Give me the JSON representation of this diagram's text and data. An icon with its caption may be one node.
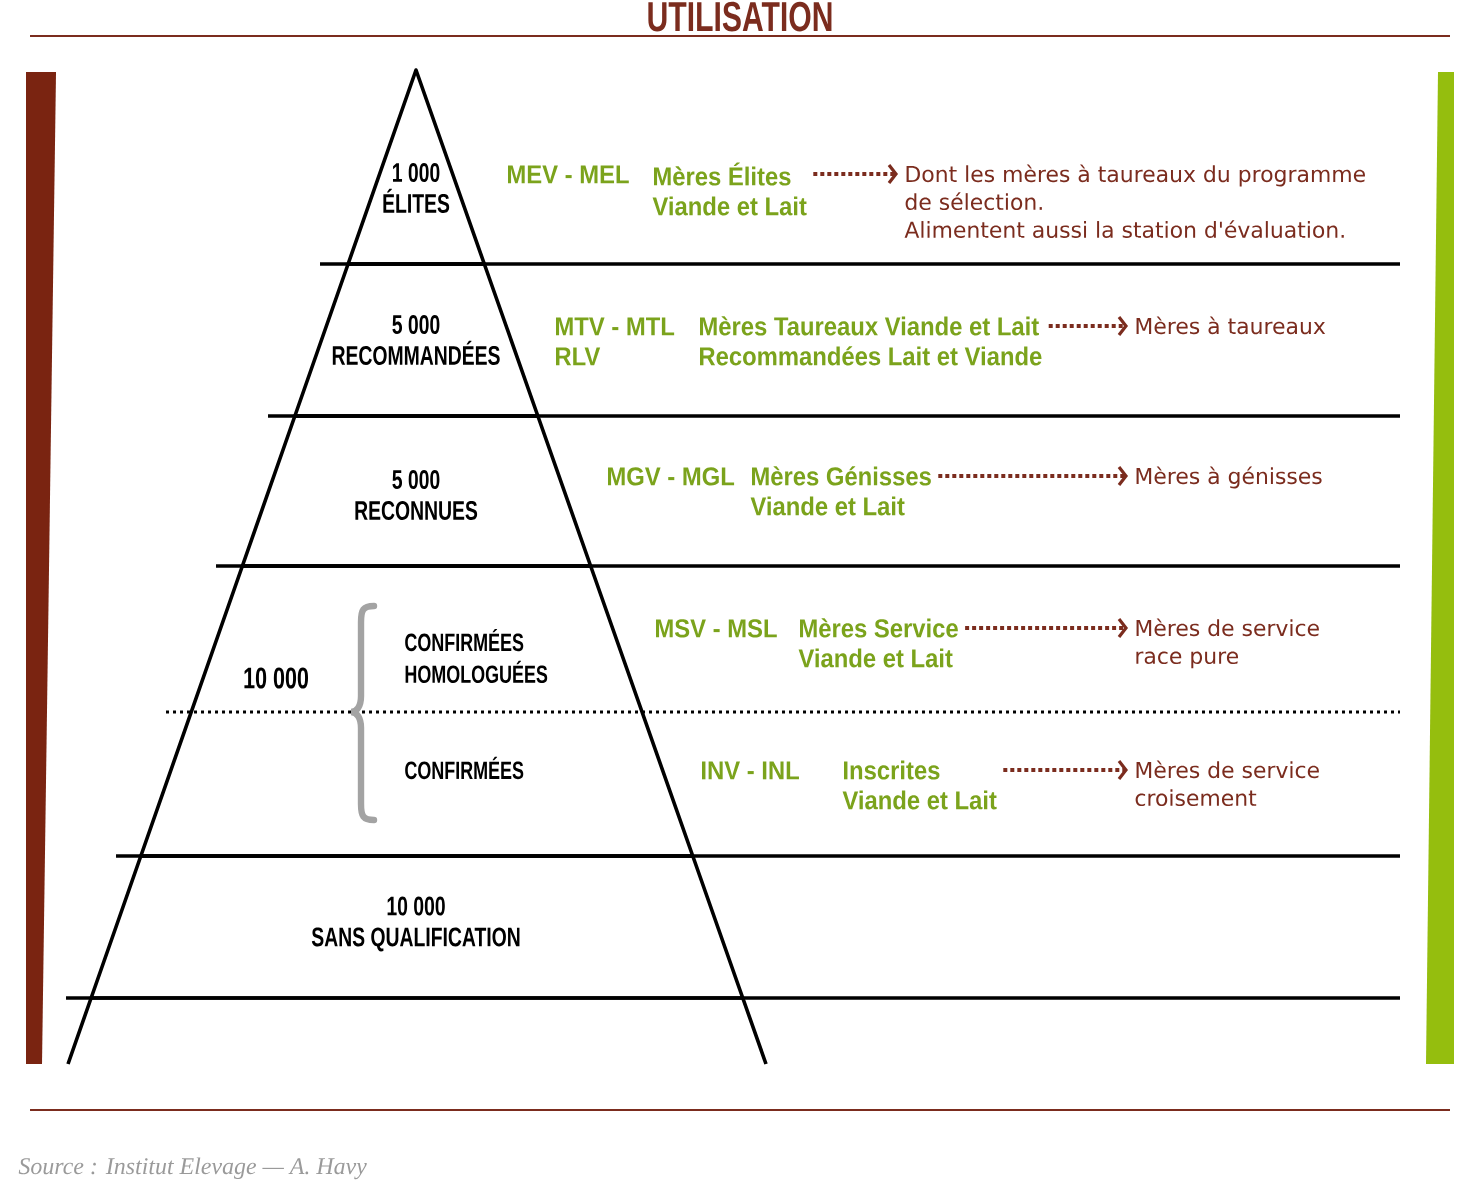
{
  "diagram": {
    "title": "UTILISATION",
    "caption": "Source : Institut Elevage — A. Havy",
    "nodes": [
      {
        "text": [
          "1 000",
          "ÉLITES"
        ]
      },
      {
        "text": [
          "Mères Élites Viande et Lait"
        ]
      },
      {
        "text": [
          "Dont les mères à taureaux du programme de sélection.",
          "Alimentent aussi la station d'évaluation."
        ]
      },
      {
        "text": [
          "5 000",
          "RECOMMANDÉES"
        ]
      },
      {
        "text": [
          "Mères Taureaux Viande et Lait",
          "Recommandées Lait et Viande"
        ]
      },
      {
        "text": [
          "Mères à taureaux"
        ]
      },
      {
        "text": [
          "5 000",
          "RECONNUES"
        ]
      },
      {
        "text": [
          "Mères Génisses Viande et Lait"
        ]
      },
      {
        "text": [
          "Mères à génisses"
        ]
      },
      {
        "text": [
          "10 000"
        ]
      },
      {
        "text": [
          "CONFIRMÉES HOMOLOGUÉES"
        ],
        "in": 9
      },
      {
        "text": [
          "Mères Service Viande et Lait"
        ]
      },
      {
        "text": [
          "Mères de service race pure"
        ]
      },
      {
        "text": [
          "CONFIRMÉES"
        ],
        "in": 9
      },
      {
        "text": [
          "Inscrites Viande et Lait"
        ]
      },
      {
        "text": [
          "Mères de service croisement"
        ]
      },
      {
        "text": [
          "10 000",
          "SANS QUALIFICATION"
        ]
      },
      {
        "text": [],
        "shape": "bar"
      },
      {
        "text": [],
        "shape": "bar"
      }
    ],
    "edges": [
      {
        "from": 1,
        "to": 2,
        "arrow": "to",
        "style": "dashed"
      },
      {
        "from": 4,
        "to": 5,
        "arrow": "to",
        "style": "dashed"
      },
      {
        "from": 7,
        "to": 8,
        "arrow": "to",
        "style": "dashed"
      },
      {
        "from": 11,
        "to": 12,
        "arrow": "to",
        "style": "dashed"
      },
      {
        "from": 14,
        "to": 15,
        "arrow": "to",
        "style": "dashed"
      }
    ],
    "labels": [
      "MEV - MEL",
      "MTV - MTL",
      "RLV",
      "MGV - MGL",
      "MSV - MSL",
      "INV - INL"
    ]
  }
}
